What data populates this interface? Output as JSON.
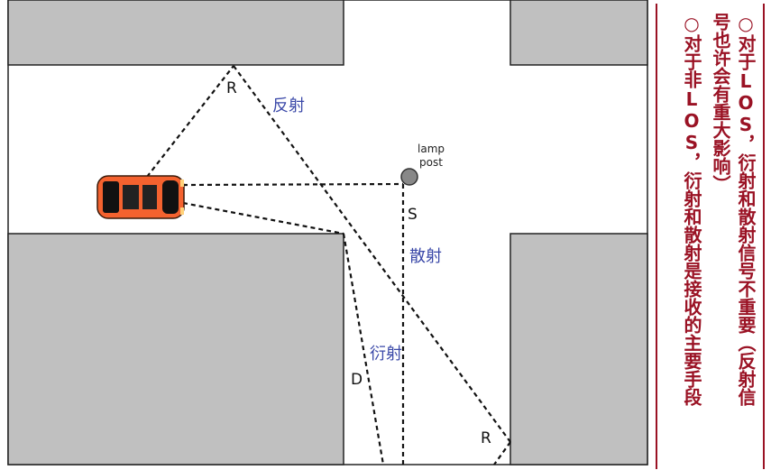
{
  "labels": {
    "reflect_top": "R",
    "reflect_bottom": "R",
    "scatter_mark": "S",
    "diffract_mark": "D",
    "reflect_cn": "反射",
    "scatter_cn": "散射",
    "diffract_cn": "衍射",
    "lamp_line1": "lamp",
    "lamp_line2": "post"
  },
  "side_text": {
    "bullet": "○",
    "item1_a": "对于LOS，衍射和散射信号不重要（反射信",
    "item1_b": "号也许会有重大影响）",
    "item2": "对于非LOS，衍射和散射是接收的主要手段"
  },
  "colors": {
    "building": "#c0c0c0",
    "car_body": "#f4622f",
    "panel_text": "#9a1224",
    "label_blue": "#3a48a8"
  }
}
